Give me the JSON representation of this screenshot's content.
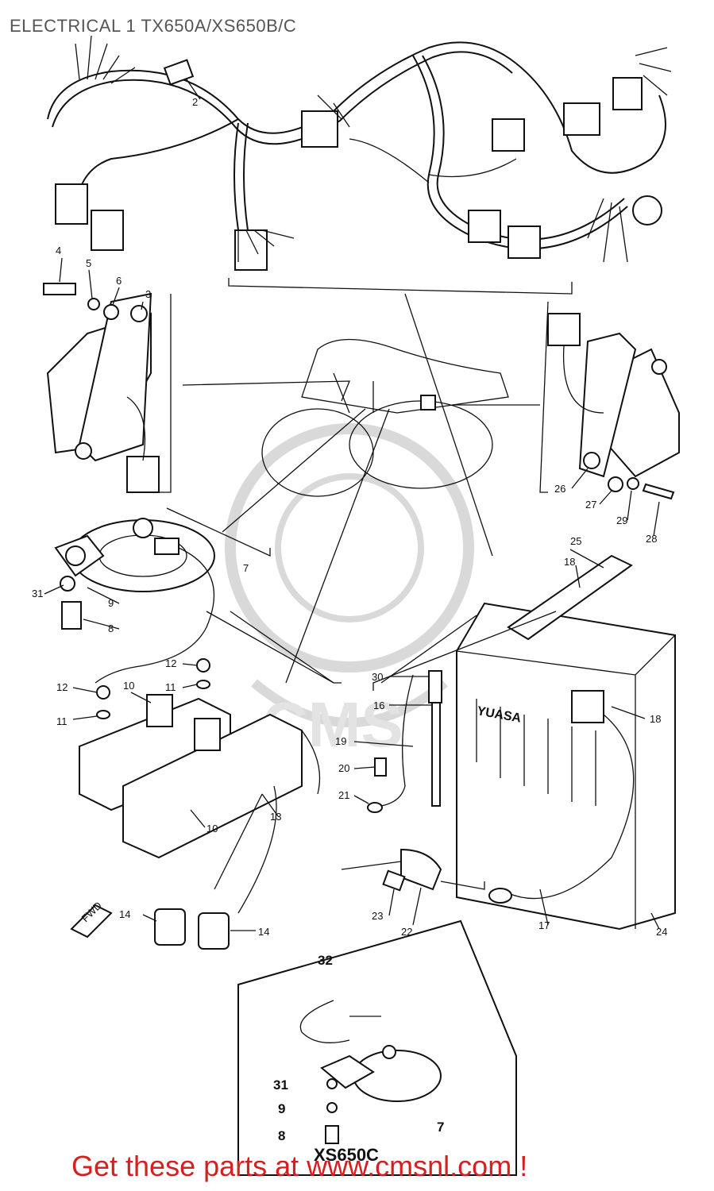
{
  "title": "ELECTRICAL 1 TX650A/XS650B/C",
  "footer": "Get these parts at www.cmsnl.com !",
  "inset": {
    "title": "XS650C"
  },
  "labels": {
    "l2": "2",
    "l3": "3",
    "l4": "4",
    "l5": "5",
    "l6": "6",
    "l7": "7",
    "l8": "8",
    "l9": "9",
    "l10": "10",
    "l11": "11",
    "l12": "12",
    "l13": "13",
    "l14": "14",
    "l16": "16",
    "l17": "17",
    "l18": "18",
    "l19": "19",
    "l20": "20",
    "l21": "21",
    "l22": "22",
    "l23": "23",
    "l24": "24",
    "l25": "25",
    "l26": "26",
    "l27": "27",
    "l28": "28",
    "l29": "29",
    "l30": "30",
    "l31": "31",
    "l32": "32",
    "fwd": "FWD"
  },
  "battery": {
    "brand": "YUASA"
  },
  "colors": {
    "footer": "#d52020",
    "title": "#555555",
    "ink": "#111111",
    "watermark": "#d9d9d9"
  }
}
